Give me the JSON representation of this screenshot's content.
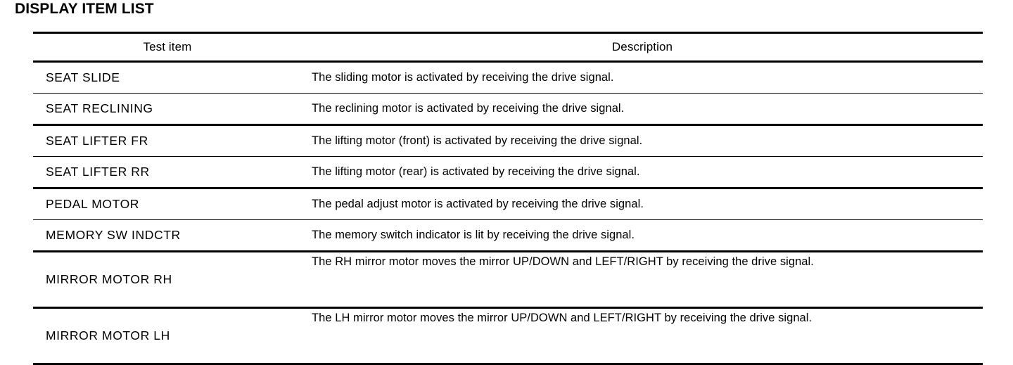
{
  "page": {
    "title": "DISPLAY ITEM LIST"
  },
  "table": {
    "headers": {
      "test_item": "Test item",
      "description": "Description"
    },
    "rows": [
      {
        "test_item": "SEAT  SLIDE",
        "description": "The sliding motor is activated by receiving the drive signal.",
        "lines": 1
      },
      {
        "test_item": "SEAT  RECLINING",
        "description": "The reclining motor is activated by receiving the drive signal.",
        "lines": 1
      },
      {
        "test_item": "SEAT  LIFTER  FR",
        "description": "The lifting motor (front) is activated by receiving the drive signal.",
        "lines": 1
      },
      {
        "test_item": "SEAT  LIFTER  RR",
        "description": "The lifting motor (rear) is activated by receiving the drive signal.",
        "lines": 1
      },
      {
        "test_item": "PEDAL MOTOR",
        "description": "The pedal adjust motor is activated by receiving the drive signal.",
        "lines": 1
      },
      {
        "test_item": "MEMORY  SW INDCTR",
        "description": "The memory switch indicator is lit by receiving the drive signal.",
        "lines": 1
      },
      {
        "test_item": "MIRROR  MOTOR  RH",
        "description": "The RH mirror motor moves the mirror UP/DOWN and LEFT/RIGHT by receiving the drive signal.",
        "lines": 2
      },
      {
        "test_item": "MIRROR  MOTOR  LH",
        "description": "The LH mirror motor moves the mirror UP/DOWN and LEFT/RIGHT by receiving the drive signal.",
        "lines": 2
      }
    ]
  },
  "colors": {
    "text": "#000000",
    "background": "#ffffff",
    "rule": "#000000"
  }
}
